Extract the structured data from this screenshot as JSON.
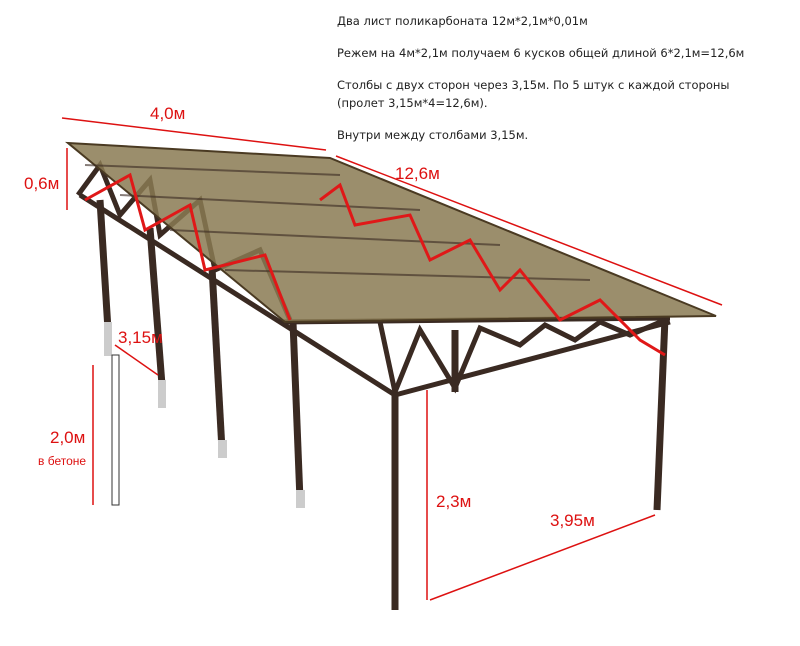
{
  "notes": [
    "Два лист поликарбоната 12м*2,1м*0,01м",
    "Режем на 4м*2,1м получаем 6 кусков общей длиной 6*2,1м=12,6м",
    "Столбы с двух сторон через 3,15м. По 5 штук с каждой стороны",
    "(пролет 3,15м*4=12,6м).",
    "Внутри между столбами 3,15м."
  ],
  "dimensions": {
    "width": "4,0м",
    "length": "12,6м",
    "truss_height": "0,6м",
    "post_spacing": "3,15м",
    "in_concrete": "2,0м",
    "in_concrete_note": "в бетоне",
    "post_height": "2,3м",
    "inner_width": "3,95м"
  },
  "colors": {
    "annotation": "#dd1111",
    "steel": "#3a2a22",
    "roof": "#8a7a52"
  }
}
